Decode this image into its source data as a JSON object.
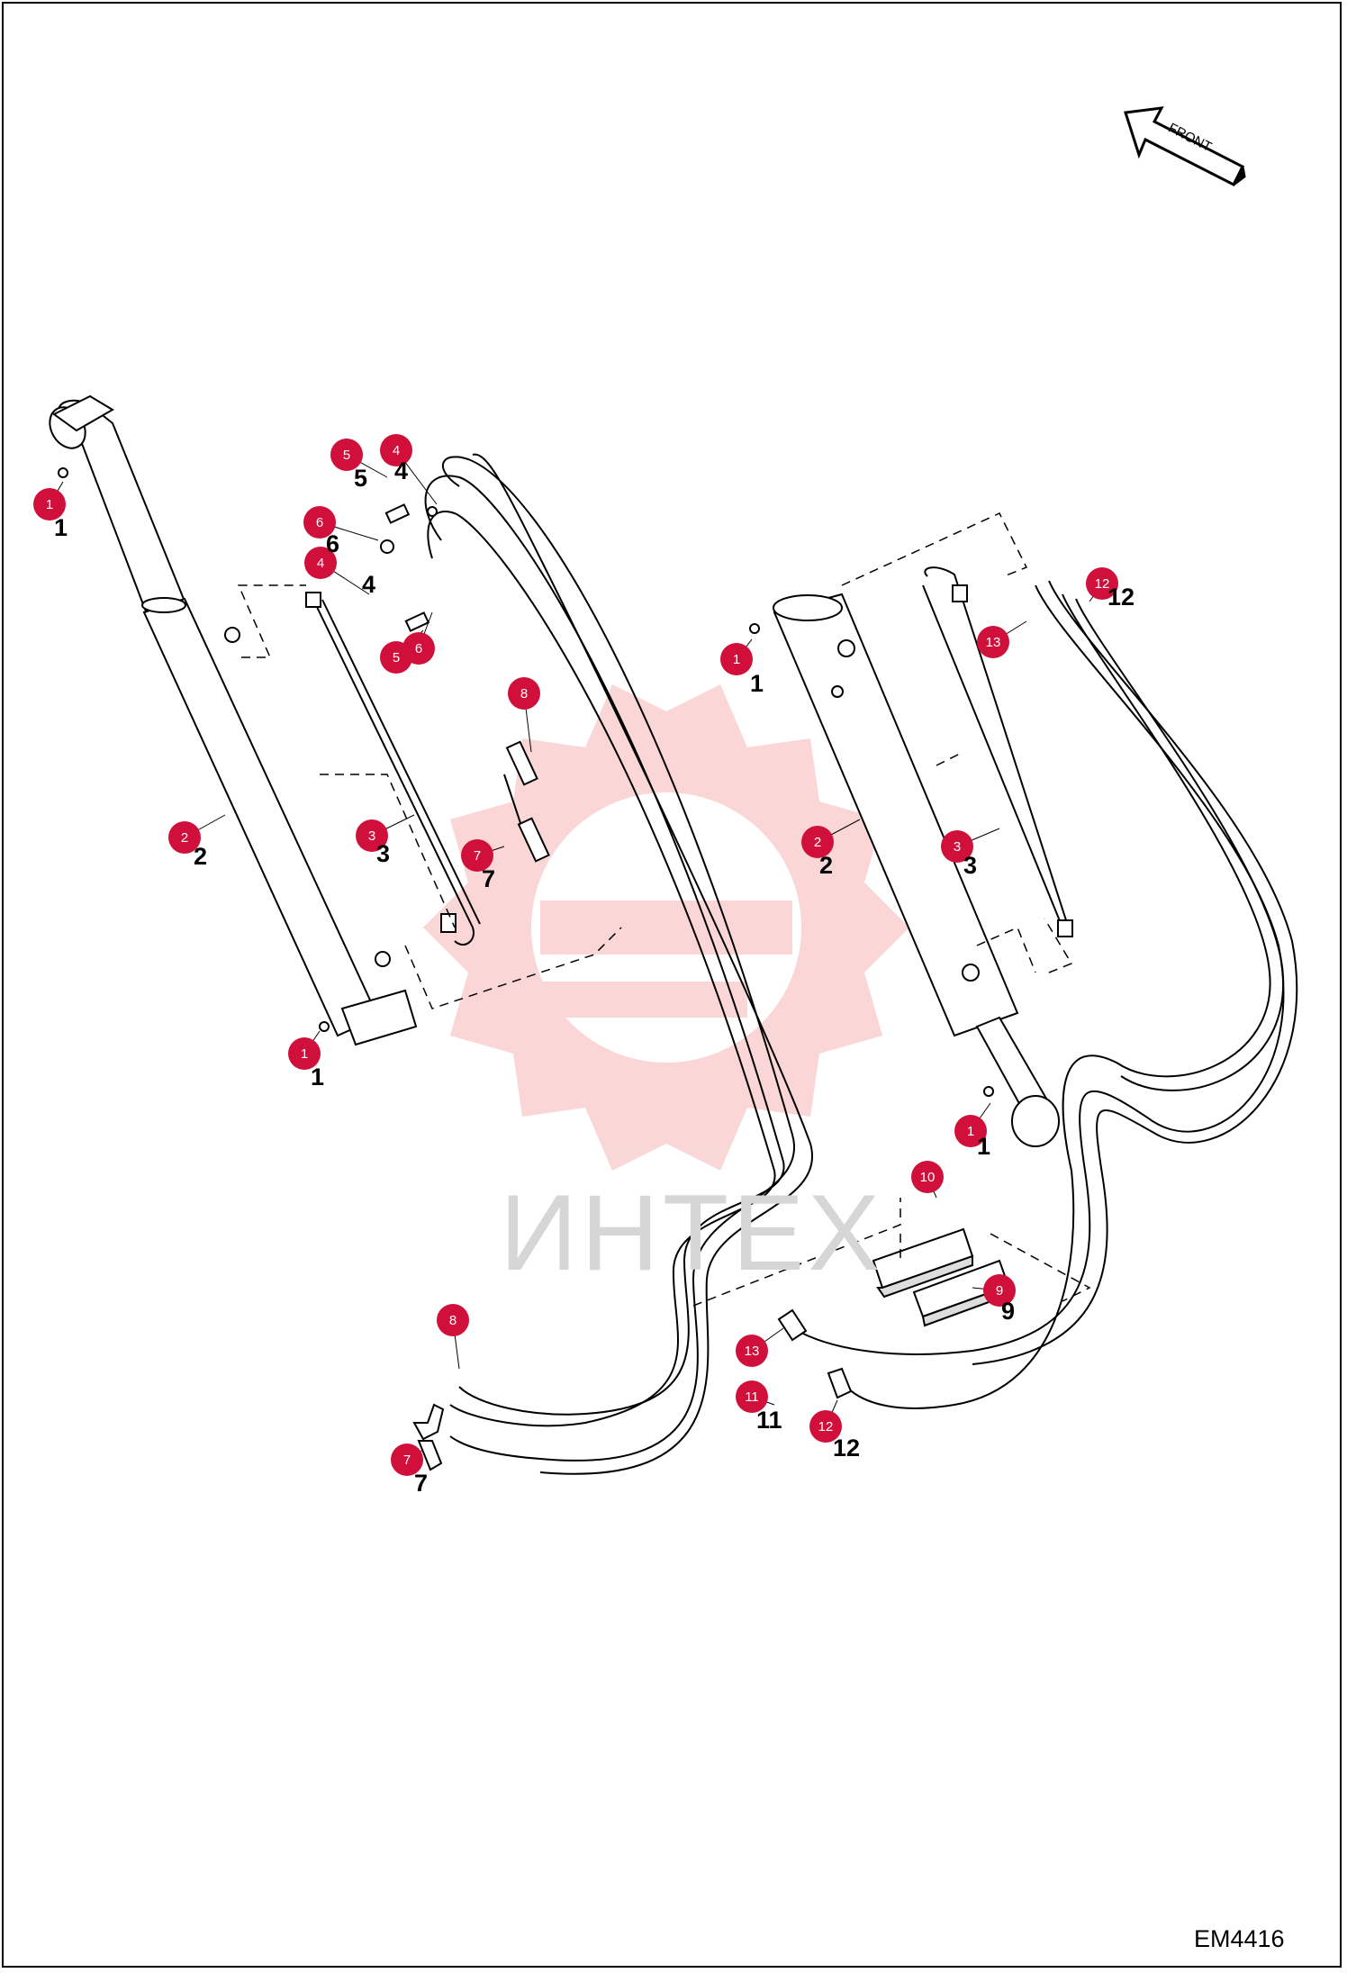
{
  "document_code": "EM4416",
  "watermark_text": "ИНТЕХ",
  "orientation_label": "FRONT",
  "callouts": [
    {
      "id": "c1a",
      "number": "1"
    },
    {
      "id": "c2a",
      "number": "2"
    },
    {
      "id": "c1b",
      "number": "1"
    },
    {
      "id": "c5a",
      "number": "5"
    },
    {
      "id": "c4a",
      "number": "4"
    },
    {
      "id": "c6a",
      "number": "6"
    },
    {
      "id": "c4b",
      "number": "4"
    },
    {
      "id": "c5b",
      "number": "5"
    },
    {
      "id": "c6b",
      "number": "6"
    },
    {
      "id": "c3a",
      "number": "3"
    },
    {
      "id": "c8a",
      "number": "8"
    },
    {
      "id": "c7a",
      "number": "7"
    },
    {
      "id": "c1c",
      "number": "1"
    },
    {
      "id": "c2b",
      "number": "2"
    },
    {
      "id": "c3b",
      "number": "3"
    },
    {
      "id": "c13a",
      "number": "13"
    },
    {
      "id": "c12a",
      "number": "12"
    },
    {
      "id": "c1d",
      "number": "1"
    },
    {
      "id": "c10",
      "number": "10"
    },
    {
      "id": "c9",
      "number": "9"
    },
    {
      "id": "c8b",
      "number": "8"
    },
    {
      "id": "c7b",
      "number": "7"
    },
    {
      "id": "c13b",
      "number": "13"
    },
    {
      "id": "c11",
      "number": "11"
    },
    {
      "id": "c12b",
      "number": "12"
    }
  ],
  "part_labels": [
    {
      "id": "l1a",
      "text": "1"
    },
    {
      "id": "l2a",
      "text": "2"
    },
    {
      "id": "l1b",
      "text": "1"
    },
    {
      "id": "l5a",
      "text": "5"
    },
    {
      "id": "l4a",
      "text": "4"
    },
    {
      "id": "l6a",
      "text": "6"
    },
    {
      "id": "l4b",
      "text": "4"
    },
    {
      "id": "l3a",
      "text": "3"
    },
    {
      "id": "l7a",
      "text": "7"
    },
    {
      "id": "l1c",
      "text": "1"
    },
    {
      "id": "l2b",
      "text": "2"
    },
    {
      "id": "l3b",
      "text": "3"
    },
    {
      "id": "l12a",
      "text": "12"
    },
    {
      "id": "l1d",
      "text": "1"
    },
    {
      "id": "l9",
      "text": "9"
    },
    {
      "id": "l7b",
      "text": "7"
    },
    {
      "id": "l11",
      "text": "11"
    },
    {
      "id": "l12b",
      "text": "12"
    }
  ],
  "colors": {
    "callout_fill": "#d0103a",
    "line": "#000000",
    "watermark": "#f2a5a5"
  }
}
